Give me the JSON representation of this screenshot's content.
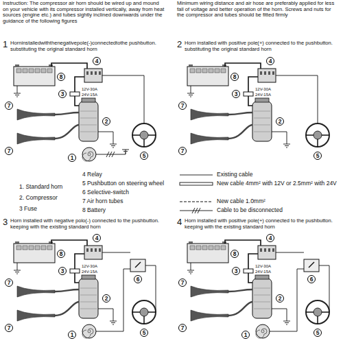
{
  "diagram": {
    "labels": [
      "Instruction: The compressor air horn should be wired up and mound on your vehicle with its compressor installed vertically, away from heat sources (engine etc.) and tubes sightly inclined downwards under the guidance of the following figures",
      "Minimum wiring distance and air hose are preferably applied for less fall of voltage and better operation of the horn. Screws and nuts for the compressor and tubes should be fitted firmly",
      "1",
      "Horninstalledwiththenegativepole(-)connectedtothe pushbutton. substituting the original standard horn",
      "2",
      "Horn installed with positive pole(+) connected to the pushbutton. substituting the original standard horn",
      "8",
      "4",
      "3",
      "2",
      "7",
      "7",
      "5",
      "1",
      "12V-30A",
      "24V-15A",
      "8",
      "4",
      "3",
      "2",
      "7",
      "7",
      "5",
      "12V-30A",
      "24V-15A",
      "1. Standard horn",
      "2. Compressor",
      "3 Fuse",
      "4 Relay",
      "5 Pushbutton on steering wheel",
      "6 Selective-switch",
      "7 Air horn tubes",
      "8 Battery",
      "3",
      "Horn installed with negative polo(-) connected to the pushbutton. keeping with the existing standard horn",
      "4",
      "Horn installed with positive pole(+) connected to the pushbutton. keeping with the existing standard horn",
      "8",
      "4",
      "6",
      "3",
      "2",
      "7",
      "7",
      "5",
      "1",
      "12V-30A",
      "24V-15A",
      "8",
      "4",
      "6",
      "3",
      "2",
      "7",
      "7",
      "5",
      "1",
      "12V-30A",
      "24V-15A"
    ],
    "legend": [
      {
        "text": "Existing cable"
      },
      {
        "text": "New cable 4mm² with 12V or 2.5mm² with 24V"
      },
      {
        "text": "New cable 1.0mm²"
      },
      {
        "text": "Cable to be disconnected"
      }
    ]
  }
}
